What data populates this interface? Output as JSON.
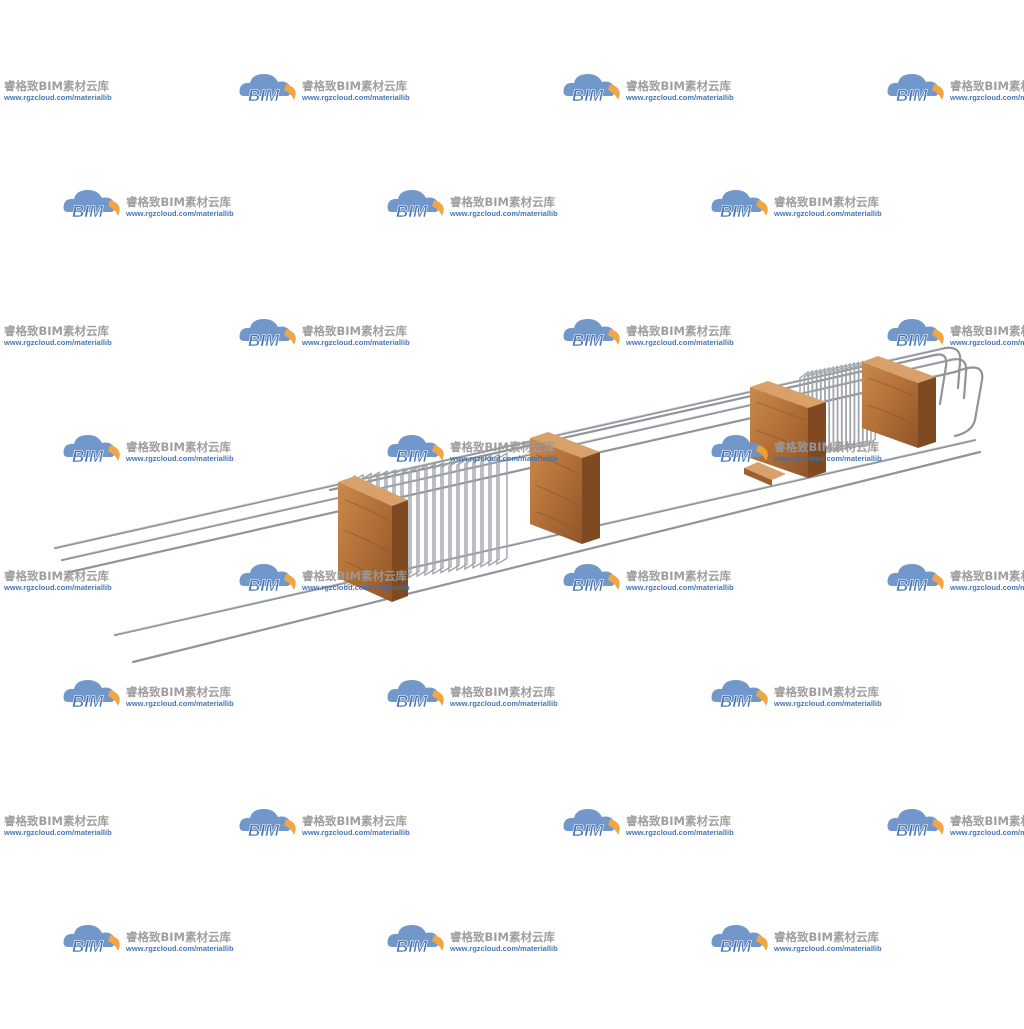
{
  "watermark": {
    "logo_text": "BIM",
    "title": "睿格致BIM素材云库",
    "url": "www.rgzcloud.com/materiallib",
    "colors": {
      "cloud": "#6b93c9",
      "cloud_dark": "#3f6fb0",
      "swoosh": "#f0a23a",
      "text_gray": "#9a9a9a"
    }
  },
  "model": {
    "icon": "rebar-cage-with-wood-spacers",
    "colors": {
      "steel": "#9ea3a8",
      "steel_dark": "#6d7277",
      "wood": "#b9773f",
      "wood_dark": "#8a5427",
      "background": "#ffffff"
    }
  }
}
